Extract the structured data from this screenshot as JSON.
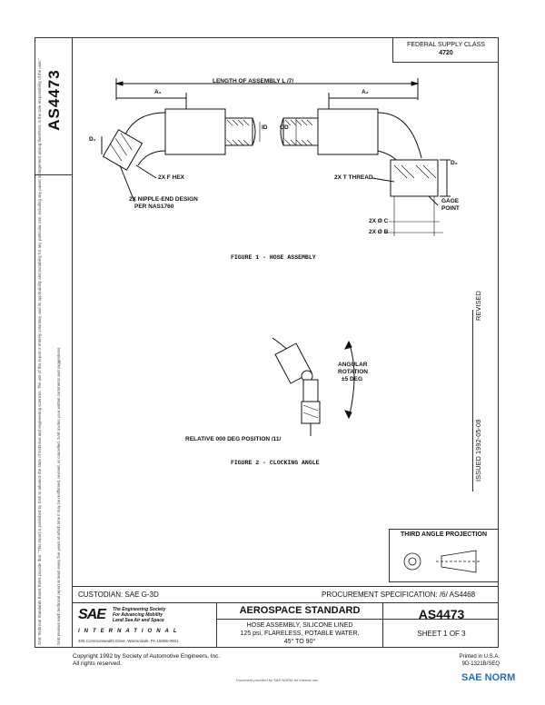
{
  "document_number": "AS4473",
  "legal_notice": "SAE Technical Standards Board Rules provide that: \"This report is published by SAE to advance the state of technical and engineering sciences. The use of this report is entirely voluntary, and its applicability and suitability for any particular use, including any patent infringement arising therefrom, is the sole responsibility of the user.\"",
  "review_notice": "SAE reviews each technical report at least every five years at which time it may be reaffirmed, revised, or cancelled. SAE invites your written comments and suggestions.",
  "federal_supply_class": {
    "label": "FEDERAL SUPPLY CLASS",
    "value": "4720"
  },
  "revised_label": "REVISED",
  "issued_label": "ISSUED 1992-05-08",
  "figure1": {
    "caption": "FIGURE 1 - HOSE ASSEMBLY",
    "length_label": "LENGTH OF ASSEMBLY L /7/",
    "a1": "A₁",
    "a2": "A₂",
    "d1": "D₁",
    "d2": "D₂",
    "id": "ID",
    "od": "OD",
    "hex": "2X F HEX",
    "nipple": "2X NIPPLE-END DESIGN",
    "nipple2": "PER NAS1760",
    "thread": "2X T THREAD",
    "gage": "GAGE",
    "gage2": "POINT",
    "c": "2X Ø C",
    "b": "2X Ø B"
  },
  "figure2": {
    "caption": "FIGURE 2 - CLOCKING ANGLE",
    "angular": "ANGULAR",
    "rotation": "ROTATION",
    "tolerance": "±5 DEG",
    "relative": "RELATIVE 000 DEG POSITION /11/"
  },
  "third_angle": "THIRD ANGLE PROJECTION",
  "custodian": "CUSTODIAN:  SAE G-3D",
  "procurement": "PROCUREMENT SPECIFICATION:  /6/ AS4468",
  "sae_logo": "SAE",
  "sae_tagline": [
    "The Engineering Society",
    "For Advancing Mobility",
    "Land Sea Air and Space"
  ],
  "international": "INTERNATIONAL",
  "address": "400 Commonwealth Drive, Warrendale, PA 15096-0001",
  "standard_title": "AEROSPACE STANDARD",
  "part_title": [
    "HOSE ASSEMBLY, SILICONE LINED",
    "125 psi, FLARELESS, POTABLE WATER,",
    "45° TO 90°"
  ],
  "sheet": "SHEET 1 OF 3",
  "copyright": [
    "Copyright 1992 by Society of Automotive Engineers, Inc.",
    "All rights reserved."
  ],
  "printed": [
    "Printed in U.S.A.",
    "9D-1321B/SEQ"
  ],
  "footer": "Document provided by SAE NORM for internal use",
  "sae_norm": "SAE NORM"
}
